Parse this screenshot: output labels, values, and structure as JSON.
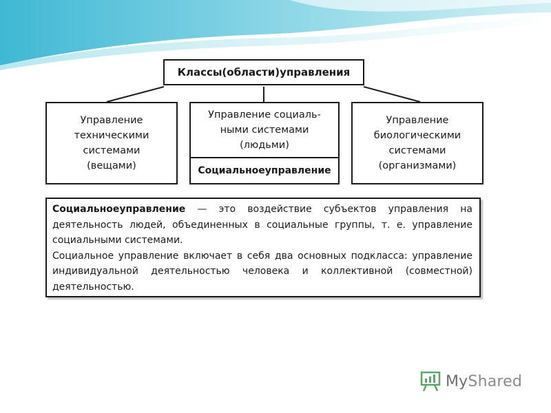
{
  "diagram": {
    "root_title": "Классы(области)управления",
    "left_box": [
      "Управление",
      "техническими",
      "системами",
      "(вещами)"
    ],
    "middle_box": [
      "Управление социаль-",
      "ными системами",
      "(людьми)"
    ],
    "middle_box_footer": "Социальноеуправление",
    "right_box": [
      "Управление",
      "биологическими",
      "системами",
      "(организмами)"
    ]
  },
  "definition": {
    "term": "Социальноеуправление",
    "text_1": " — это воздействие субъектов управления на деятельность людей, объединенных в социальные группы, т. е. управление социальными системами.",
    "text_2": "Социальное управление включает в себя два основных подкласса: управление индивидуальной деятельностью человека и коллективной (совместной) деятельностью."
  },
  "watermark": {
    "label_a": "My",
    "label_b": "Shared"
  },
  "colors": {
    "wave_light": "#c6ecf2",
    "wave_mid": "#7fd3e3",
    "wave_dark": "#3fb8d4",
    "border": "#1a1a1a"
  }
}
